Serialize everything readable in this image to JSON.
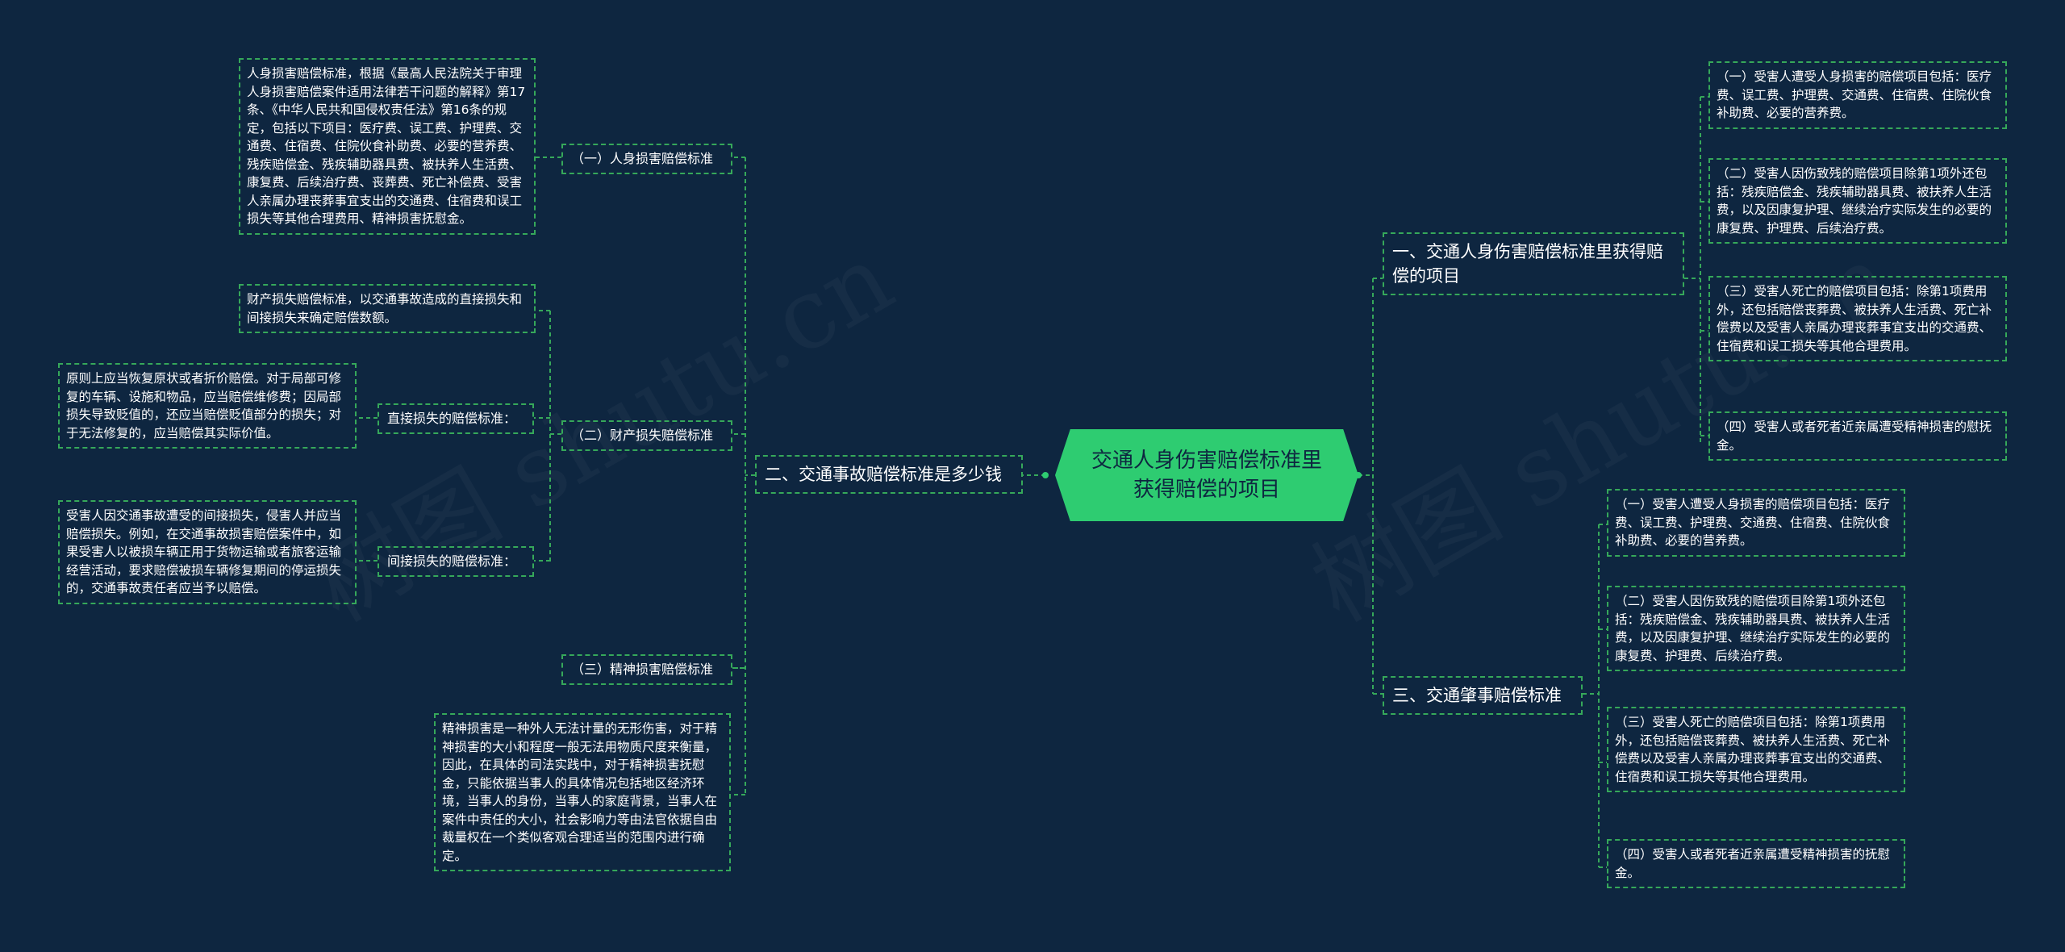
{
  "root": "交通人身伤害赔偿标准里获得赔偿的项目",
  "branches": {
    "b1": {
      "label": "一、交通人身伤害赔偿标准里获得赔偿的项目",
      "items": [
        "（一）受害人遭受人身损害的赔偿项目包括：医疗费、误工费、护理费、交通费、住宿费、住院伙食补助费、必要的营养费。",
        "（二）受害人因伤致残的赔偿项目除第1项外还包括：残疾赔偿金、残疾辅助器具费、被扶养人生活费，以及因康复护理、继续治疗实际发生的必要的康复费、护理费、后续治疗费。",
        "（三）受害人死亡的赔偿项目包括：除第1项费用外，还包括赔偿丧葬费、被扶养人生活费、死亡补偿费以及受害人亲属办理丧葬事宜支出的交通费、住宿费和误工损失等其他合理费用。",
        "（四）受害人或者死者近亲属遭受精神损害的慰抚金。"
      ]
    },
    "b2": {
      "label": "二、交通事故赔偿标准是多少钱",
      "sub1": {
        "label": "（一）人身损害赔偿标准",
        "text": "人身损害赔偿标准，根据《最高人民法院关于审理人身损害赔偿案件适用法律若干问题的解释》第17条、《中华人民共和国侵权责任法》第16条的规定，包括以下项目：医疗费、误工费、护理费、交通费、住宿费、住院伙食补助费、必要的营养费、残疾赔偿金、残疾辅助器具费、被扶养人生活费、康复费、后续治疗费、丧葬费、死亡补偿费、受害人亲属办理丧葬事宜支出的交通费、住宿费和误工损失等其他合理费用、精神损害抚慰金。"
      },
      "sub2": {
        "label": "（二）财产损失赔偿标准",
        "text": "财产损失赔偿标准，以交通事故造成的直接损失和间接损失来确定赔偿数额。",
        "direct": {
          "label": "直接损失的赔偿标准：",
          "text": "原则上应当恢复原状或者折价赔偿。对于局部可修复的车辆、设施和物品，应当赔偿维修费；因局部损失导致贬值的，还应当赔偿贬值部分的损失；对于无法修复的，应当赔偿其实际价值。"
        },
        "indirect": {
          "label": "间接损失的赔偿标准：",
          "text": "受害人因交通事故遭受的间接损失，侵害人并应当赔偿损失。例如，在交通事故损害赔偿案件中，如果受害人以被损车辆正用于货物运输或者旅客运输经营活动，要求赔偿被损车辆修复期间的停运损失的，交通事故责任者应当予以赔偿。"
        }
      },
      "sub3": {
        "label": "（三）精神损害赔偿标准",
        "text": "精神损害是一种外人无法计量的无形伤害，对于精神损害的大小和程度一般无法用物质尺度来衡量，因此，在具体的司法实践中，对于精神损害抚慰金，只能依据当事人的具体情况包括地区经济环境，当事人的身份，当事人的家庭背景，当事人在案件中责任的大小，社会影响力等由法官依据自由裁量权在一个类似客观合理适当的范围内进行确定。"
      }
    },
    "b3": {
      "label": "三、交通肇事赔偿标准",
      "items": [
        "（一）受害人遭受人身损害的赔偿项目包括：医疗费、误工费、护理费、交通费、住宿费、住院伙食补助费、必要的营养费。",
        "（二）受害人因伤致残的赔偿项目除第1项外还包括：残疾赔偿金、残疾辅助器具费、被扶养人生活费，以及因康复护理、继续治疗实际发生的必要的康复费、护理费、后续治疗费。",
        "（三）受害人死亡的赔偿项目包括：除第1项费用外，还包括赔偿丧葬费、被扶养人生活费、死亡补偿费以及受害人亲属办理丧葬事宜支出的交通费、住宿费和误工损失等其他合理费用。",
        "（四）受害人或者死者近亲属遭受精神损害的抚慰金。"
      ]
    }
  },
  "colors": {
    "background": "#0e2640",
    "accent": "#2ecc71",
    "line": "#36a85a",
    "text": "#ffffff"
  }
}
